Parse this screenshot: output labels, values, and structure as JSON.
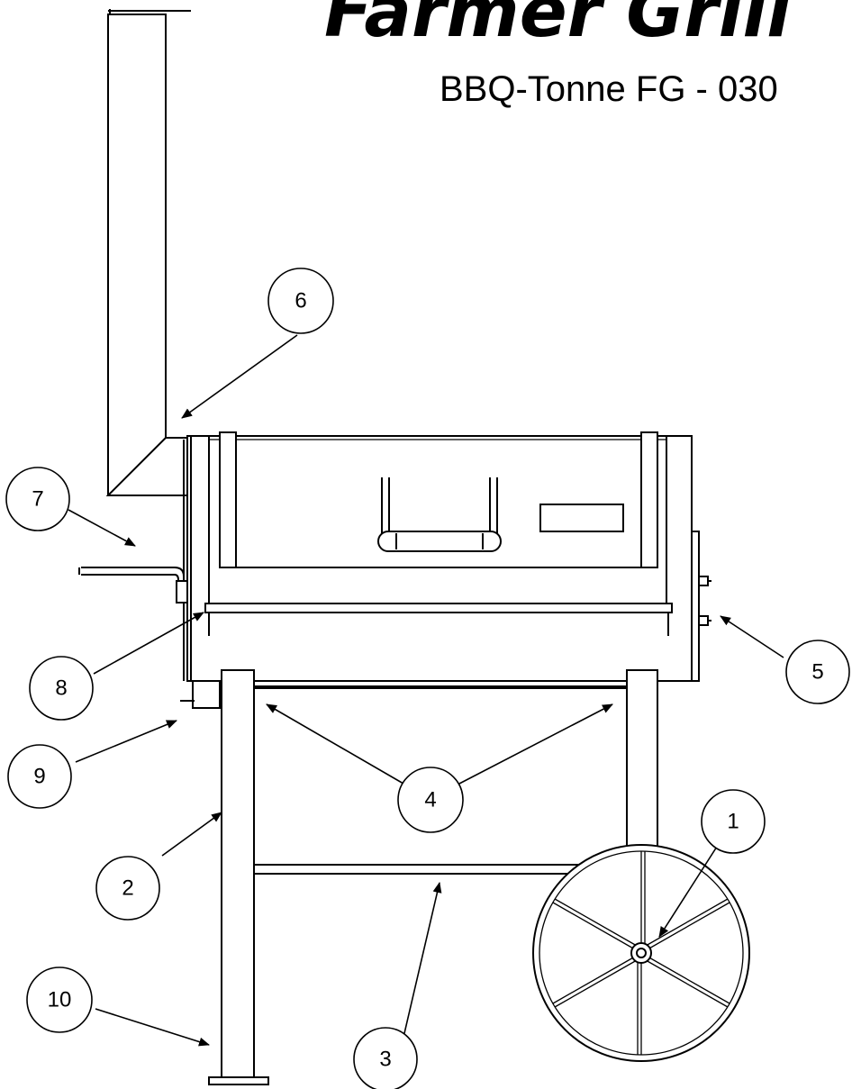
{
  "header": {
    "brand": "Farmer Grill",
    "model": "BBQ-Tonne FG - 030"
  },
  "callouts": [
    {
      "id": "1",
      "label": "1"
    },
    {
      "id": "2",
      "label": "2"
    },
    {
      "id": "3",
      "label": "3"
    },
    {
      "id": "4",
      "label": "4"
    },
    {
      "id": "5",
      "label": "5"
    },
    {
      "id": "6",
      "label": "6"
    },
    {
      "id": "7",
      "label": "7"
    },
    {
      "id": "8",
      "label": "8"
    },
    {
      "id": "9",
      "label": "9"
    },
    {
      "id": "10",
      "label": "10"
    }
  ]
}
